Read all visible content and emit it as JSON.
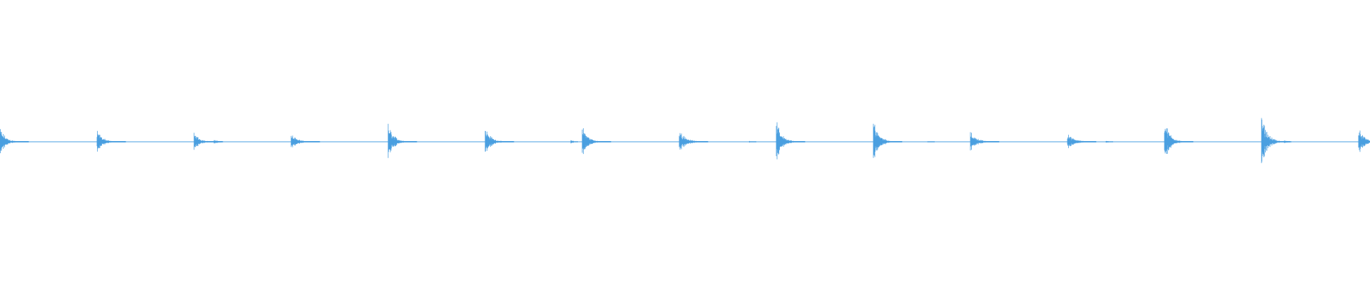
{
  "waveform": {
    "color": "#4a9fe0",
    "background": "#ffffff",
    "bursts": [
      {
        "peak": 0.65,
        "decay": 0.55
      },
      {
        "peak": 0.62,
        "decay": 0.5
      },
      {
        "peak": 0.45,
        "decay": 0.55
      },
      {
        "peak": 0.45,
        "decay": 0.55
      },
      {
        "peak": 0.85,
        "decay": 0.55
      },
      {
        "peak": 0.7,
        "decay": 0.55
      },
      {
        "peak": 0.75,
        "decay": 0.55
      },
      {
        "peak": 0.55,
        "decay": 0.65
      },
      {
        "peak": 1.0,
        "decay": 0.55
      },
      {
        "peak": 1.1,
        "decay": 0.55
      },
      {
        "peak": 0.45,
        "decay": 0.65
      },
      {
        "peak": 0.35,
        "decay": 0.7
      },
      {
        "peak": 1.0,
        "decay": 0.55
      },
      {
        "peak": 1.25,
        "decay": 0.55
      },
      {
        "peak": 0.6,
        "decay": 0.6
      }
    ],
    "quiet_blips": [
      0.35,
      0.45,
      0.28,
      0.15,
      0.12,
      0.18,
      0.22
    ]
  }
}
